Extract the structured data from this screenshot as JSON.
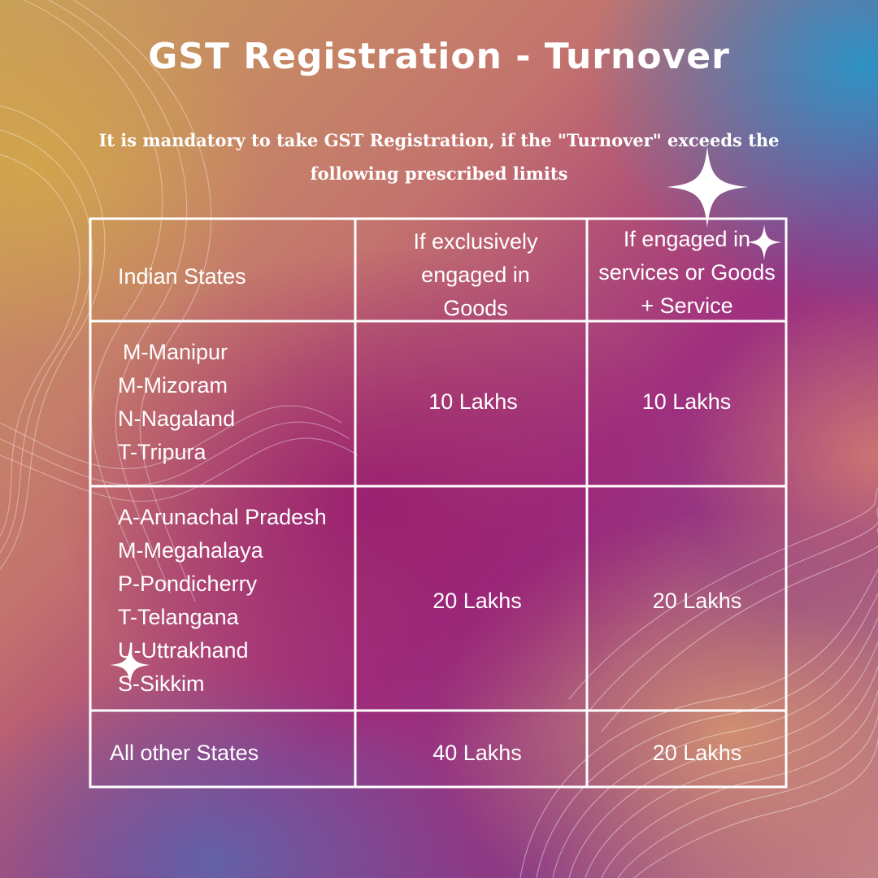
{
  "title": "GST Registration - Turnover",
  "subtitle": "It is mandatory to take GST Registration, if the \"Turnover\" exceeds the following prescribed limits",
  "table": {
    "headers": [
      "Indian States",
      "If exclusively engaged in Goods",
      "If engaged in services or Goods + Service"
    ],
    "header_lines": {
      "goods": [
        "If exclusively",
        "engaged in",
        "Goods"
      ],
      "services": [
        "If engaged in",
        "services or Goods",
        "+ Service"
      ]
    },
    "rows": [
      {
        "states": [
          "M-Manipur",
          "M-Mizoram",
          "N-Nagaland",
          "T-Tripura"
        ],
        "goods": "10 Lakhs",
        "services": "10 Lakhs"
      },
      {
        "states": [
          "A-Arunachal Pradesh",
          "M-Megahalaya",
          "P-Pondicherry",
          "T-Telangana",
          "U-Uttrakhand",
          "S-Sikkim"
        ],
        "goods": "20 Lakhs",
        "services": "20 Lakhs"
      },
      {
        "states": [
          "All other States"
        ],
        "goods": "40 Lakhs",
        "services": "20 Lakhs"
      }
    ]
  },
  "colors": {
    "text": "#ffffff",
    "grid": "#ffffff",
    "accent_magenta": "#a0307e",
    "accent_blue": "#2896c8",
    "accent_gold": "#d2a54b"
  },
  "icons": [
    "sparkle-icon"
  ]
}
